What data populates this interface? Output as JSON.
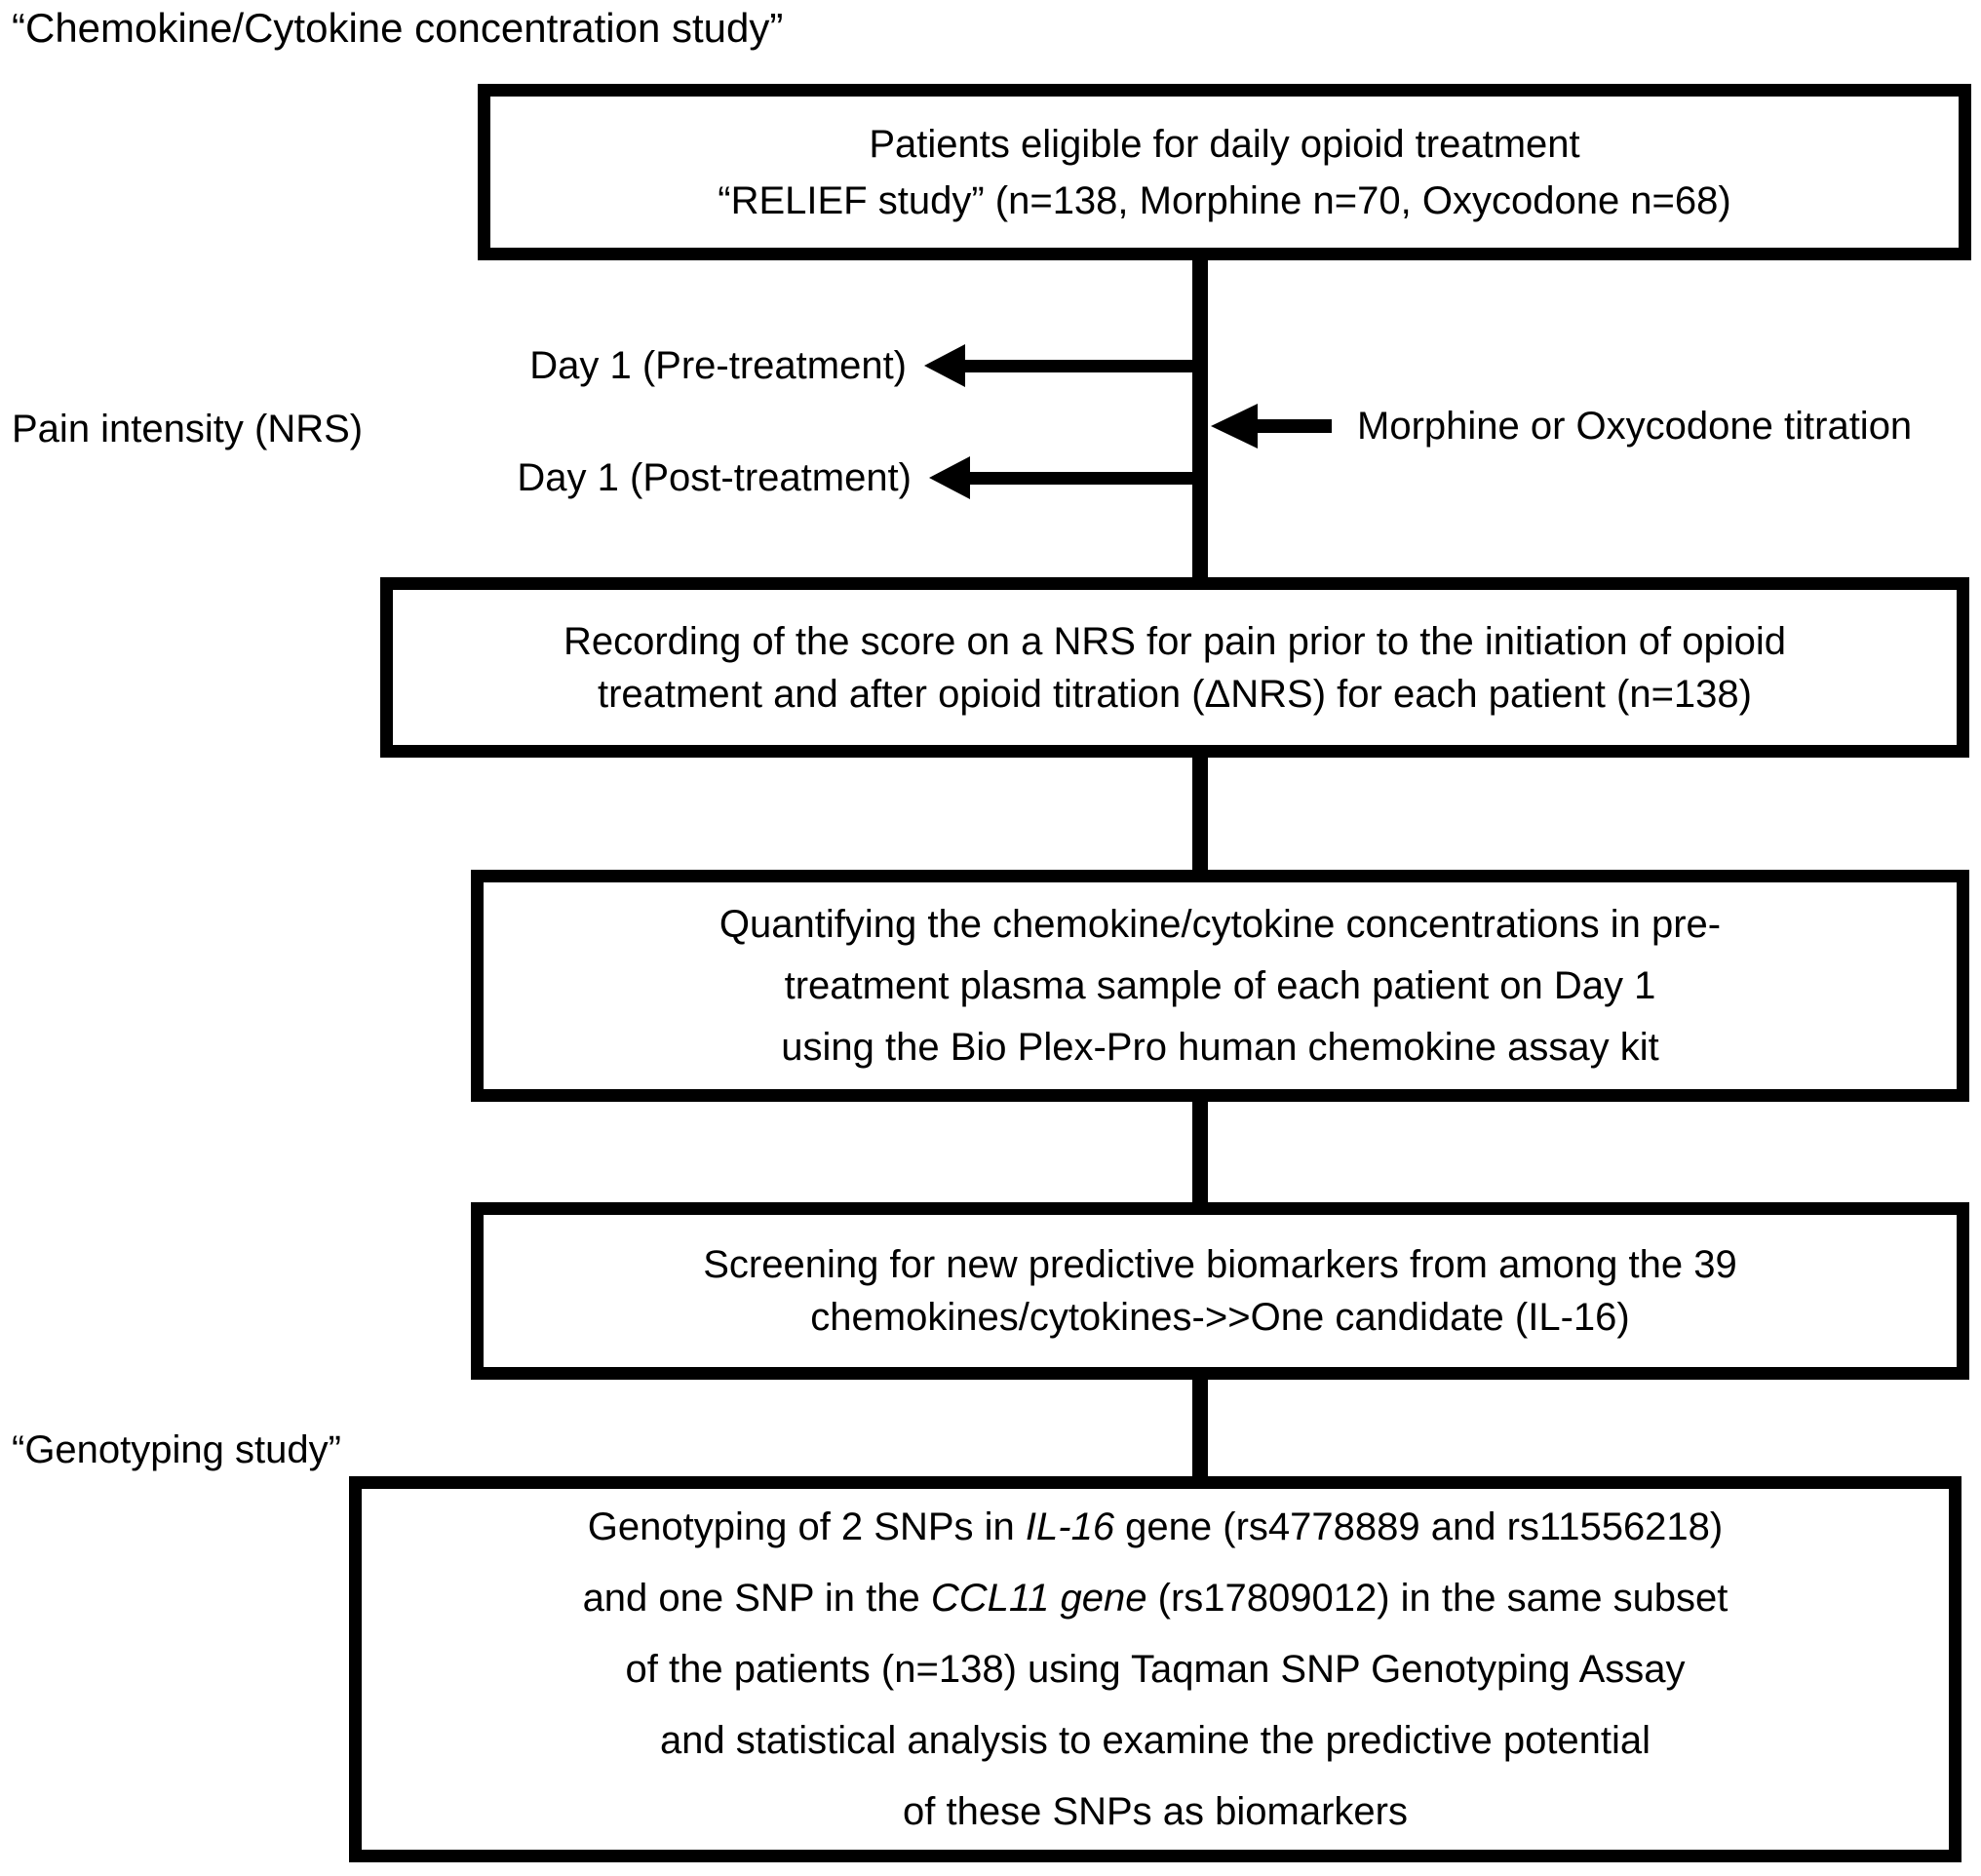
{
  "page": {
    "background_color": "#ffffff",
    "line_color": "#000000",
    "text_color": "#000000"
  },
  "title": "“Chemokine/Cytokine concentration study”",
  "labels": {
    "pain_intensity": "Pain intensity (NRS)",
    "day1_pre": "Day 1 (Pre-treatment)",
    "day1_post": "Day 1 (Post-treatment)",
    "titration": "Morphine or Oxycodone titration",
    "genotyping_study": "“Genotyping study”"
  },
  "boxes": {
    "eligibility": {
      "lines": [
        "Patients eligible for daily opioid treatment",
        "“RELIEF study” (n=138, Morphine n=70, Oxycodone n=68)"
      ]
    },
    "nrs_recording": {
      "lines": [
        "Recording of the score on a NRS for pain prior to the initiation of opioid",
        "treatment and after opioid titration (ΔNRS) for each patient (n=138)"
      ]
    },
    "quantify": {
      "lines": [
        "Quantifying the chemokine/cytokine concentrations in pre-",
        "treatment plasma sample of each patient on Day 1",
        "using the Bio Plex-Pro human chemokine assay kit"
      ]
    },
    "screening": {
      "lines": [
        "Screening for new predictive biomarkers from among the 39",
        "chemokines/cytokines->>One candidate (IL-16)"
      ]
    },
    "genotyping": {
      "line1": {
        "a": "Genotyping of 2 SNPs in ",
        "b": "IL-16",
        "c": " gene (rs4778889 and rs11556218)"
      },
      "line2": {
        "a": "and one SNP in the ",
        "b": "CCL11 gene",
        "c": " (rs17809012) in the same subset"
      },
      "line3": "of the patients (n=138) using Taqman SNP Genotyping Assay",
      "line4": "and statistical analysis to examine the predictive potential",
      "line5": "of these SNPs as biomarkers"
    }
  }
}
